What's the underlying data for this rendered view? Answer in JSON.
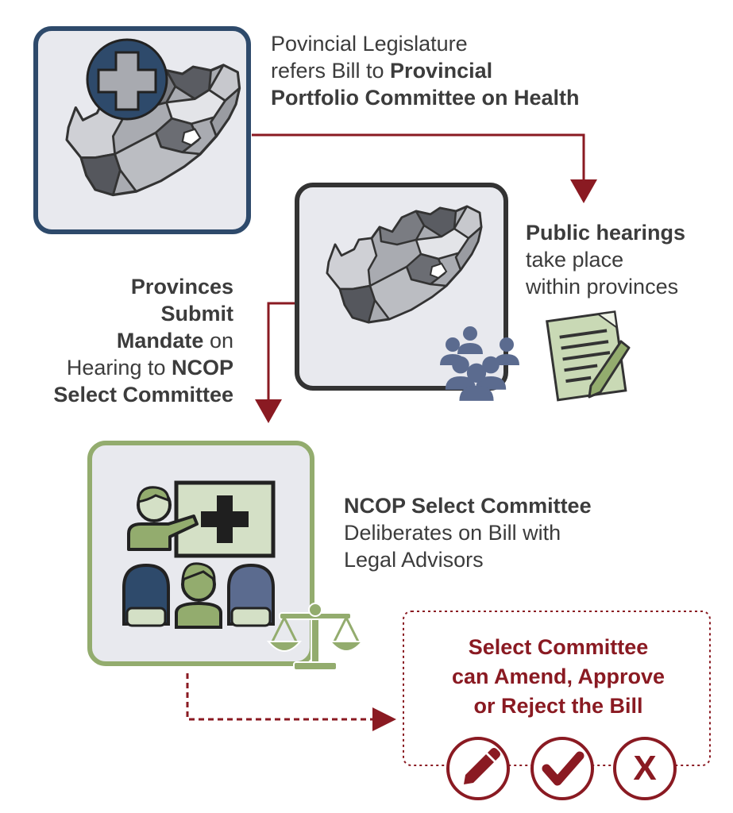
{
  "colors": {
    "blue": "#2e4a6b",
    "dark_gray": "#333333",
    "green": "#93ac6e",
    "red": "#8a1a22",
    "panel_bg": "#e8e9ee"
  },
  "steps": [
    {
      "icon": "health-cross-map-icon",
      "text": {
        "l1": "Povincial Legislature",
        "l2a": "refers Bill to ",
        "l2b": "Provincial",
        "l3": "Portfolio Committee on Health"
      }
    },
    {
      "icon": "map-people-document-icon",
      "text": {
        "l1": "Public hearings",
        "l2": "take place",
        "l3": "within provinces"
      }
    },
    {
      "icon": "presenter-audience-icon",
      "text": {
        "l1": "NCOP Select Committee",
        "l2": "Deliberates on Bill with",
        "l3": "Legal Advisors"
      }
    }
  ],
  "mandate_text": {
    "l1": "Provinces",
    "l2": "Submit",
    "l3a": "Mandate",
    "l3b": " on",
    "l4a": "Hearing to ",
    "l4b": "NCOP",
    "l5": "Select Committee"
  },
  "outcome": {
    "title_lines": [
      "Select Committee",
      "can Amend, Approve",
      "or Reject the Bill"
    ],
    "actions": [
      {
        "name": "amend",
        "icon": "pencil-icon"
      },
      {
        "name": "approve",
        "icon": "check-icon"
      },
      {
        "name": "reject",
        "icon": "x-icon",
        "glyph": "X"
      }
    ]
  }
}
